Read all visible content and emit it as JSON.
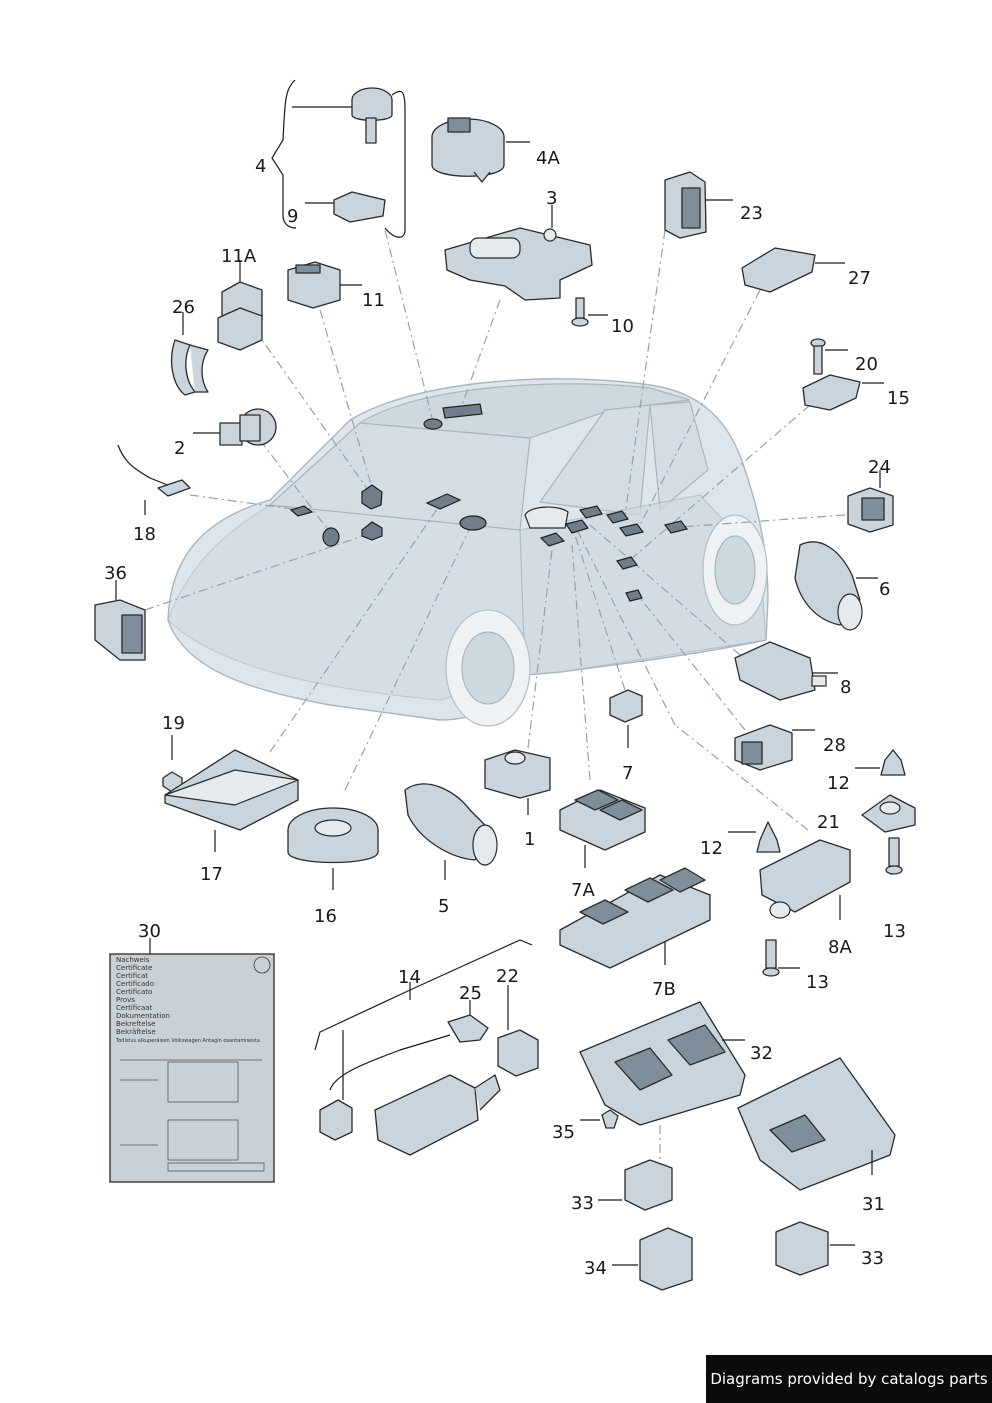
{
  "diagram": {
    "part_labels": [
      "4",
      "9",
      "4A",
      "3",
      "23",
      "27",
      "10",
      "11A",
      "11",
      "26",
      "20",
      "15",
      "2",
      "24",
      "18",
      "6",
      "36",
      "8",
      "28",
      "7",
      "19",
      "12",
      "21",
      "1",
      "12",
      "17",
      "16",
      "5",
      "7A",
      "8A",
      "13",
      "13",
      "30",
      "14",
      "22",
      "25",
      "7B",
      "32",
      "35",
      "31",
      "33",
      "34",
      "33"
    ],
    "certificate_card": {
      "lines": [
        "Nachweis",
        "Certificate",
        "Certificat",
        "Certificado",
        "Certificato",
        "Provs",
        "Certificaat",
        "Dokumentation",
        "Bekreftelse",
        "Bekräftelse"
      ],
      "footer_line": "Todistus alkuperäisen Volkswagen Antagin osantamisesta",
      "logo": "VW"
    }
  },
  "footer": {
    "credit": "Diagrams provided by catalogs parts"
  },
  "colors": {
    "part_fill": "#c9d4dc",
    "car_fill": "#dfe6eb",
    "chip_fill": "#6f7e8a",
    "leader_dash": "#8fa3b2",
    "badge_bg": "#0c0c0c"
  }
}
